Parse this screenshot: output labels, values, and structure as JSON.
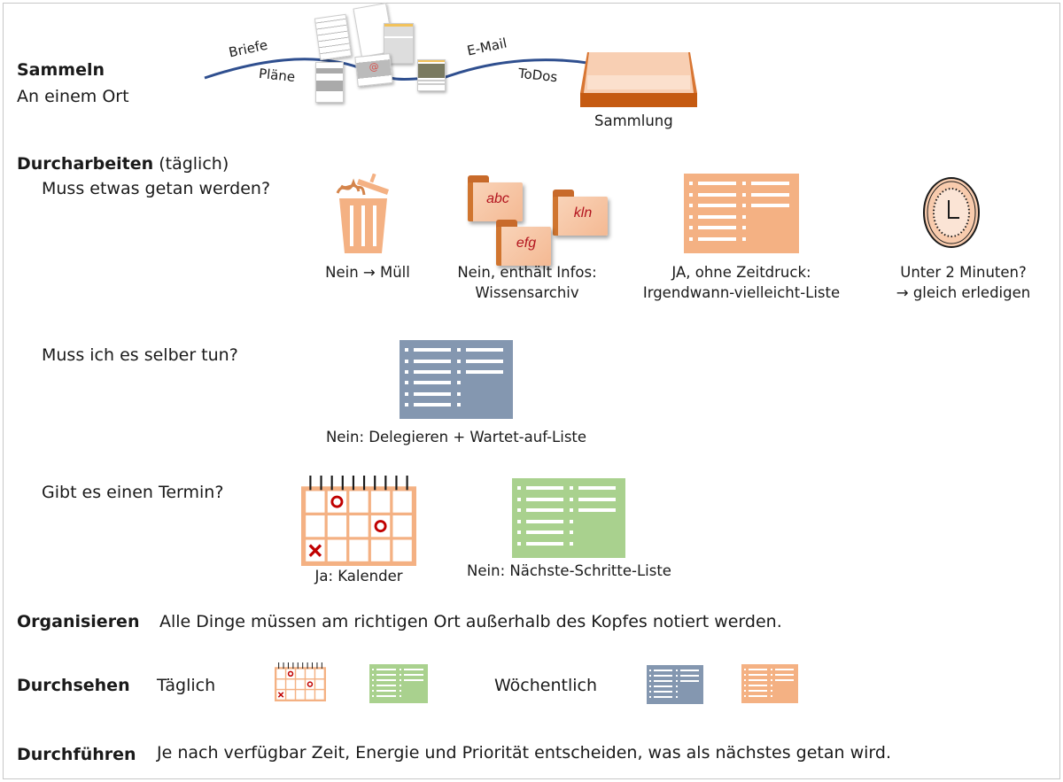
{
  "sections": {
    "sammeln": {
      "title": "Sammeln",
      "subtitle": "An einem Ort",
      "flow_labels": [
        "Briefe",
        "Pläne",
        "E-Mail",
        "ToDos"
      ],
      "inbox_label": "Sammlung"
    },
    "durcharbeiten": {
      "title": "Durcharbeiten",
      "title_suffix": "(täglich)",
      "q1": {
        "question": "Muss etwas getan werden?",
        "options": [
          {
            "icon": "trash-icon",
            "line1": "Nein → Müll",
            "line2": ""
          },
          {
            "icon": "folders-icon",
            "line1": "Nein, enthält Infos:",
            "line2": "Wissensarchiv",
            "folder_labels": [
              "abc",
              "kln",
              "efg"
            ]
          },
          {
            "icon": "list-icon",
            "line1": "JA, ohne Zeitdruck:",
            "line2": "Irgendwann-vielleicht-Liste"
          },
          {
            "icon": "clock-icon",
            "line1": "Unter 2 Minuten?",
            "line2": "→ gleich erledigen"
          }
        ]
      },
      "q2": {
        "question": "Muss ich es selber tun?",
        "option": {
          "icon": "list-icon",
          "label": "Nein: Delegieren + Wartet-auf-Liste"
        }
      },
      "q3": {
        "question": "Gibt es einen Termin?",
        "options": [
          {
            "icon": "calendar-icon",
            "label": "Ja: Kalender"
          },
          {
            "icon": "list-icon",
            "label": "Nein: Nächste-Schritte-Liste"
          }
        ]
      }
    },
    "organisieren": {
      "title": "Organisieren",
      "text": "Alle Dinge müssen am richtigen Ort außerhalb des Kopfes notiert werden."
    },
    "durchsehen": {
      "title": "Durchsehen",
      "daily": "Täglich",
      "weekly": "Wöchentlich"
    },
    "durchfuehren": {
      "title": "Durchführen",
      "text": "Je nach verfügbar Zeit, Energie und Priorität entscheiden, was als nächstes getan wird."
    }
  },
  "colors": {
    "orange": "#f4b183",
    "orange_dark": "#c55a11",
    "blue_grey": "#8497b0",
    "green": "#a9d18e",
    "arrow": "#2f4f8f",
    "mark_red": "#c00000"
  }
}
